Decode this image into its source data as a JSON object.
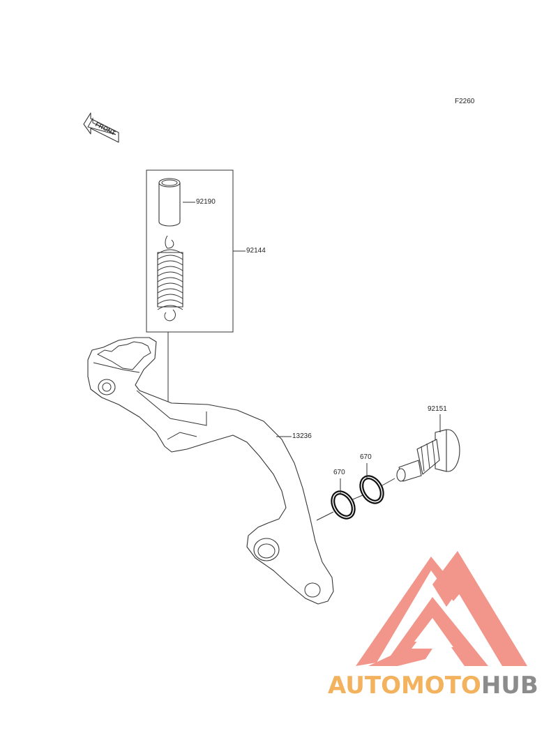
{
  "figure_code": "F2260",
  "front_arrow_text": "FRONT",
  "callouts": {
    "collar": "92190",
    "spring_assembly": "92144",
    "pedal": "13236",
    "pivot_bolt": "92151",
    "oring_inner": "670",
    "oring_outer": "670"
  },
  "watermark": {
    "part1": "AUTOMOTO",
    "part2": "HUB",
    "color_primary": "#f08f84",
    "color_secondary": "#8c8c8c"
  }
}
